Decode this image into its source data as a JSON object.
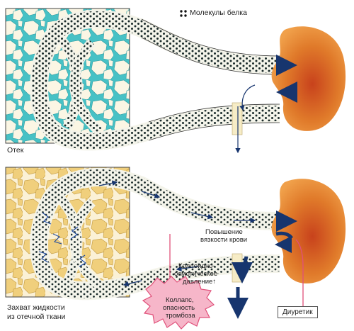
{
  "legend": {
    "label": "Молекулы белка",
    "icon": "protein-molecules-icon"
  },
  "top_panel": {
    "label": "Отек"
  },
  "bottom_panel": {
    "label_line1": "Захват жидкости",
    "label_line2": "из отечной ткани",
    "viscosity_line1": "Повышение",
    "viscosity_line2": "вязкости крови",
    "oncotic_line1": "Коллоидно-",
    "oncotic_line2": "осмотическое",
    "oncotic_line3": "давление↑",
    "collapse_line1": "Коллапс,",
    "collapse_line2": "опасность",
    "collapse_line3": "тромбоза",
    "diuretic": "Диуретик"
  },
  "colors": {
    "tissue_top": "#47c1c5",
    "tissue_bottom": "#f2d58a",
    "kidney": "#e8802a",
    "arrow": "#17356e",
    "burst": "#f6b6c9",
    "pink_line": "#e0507a"
  }
}
